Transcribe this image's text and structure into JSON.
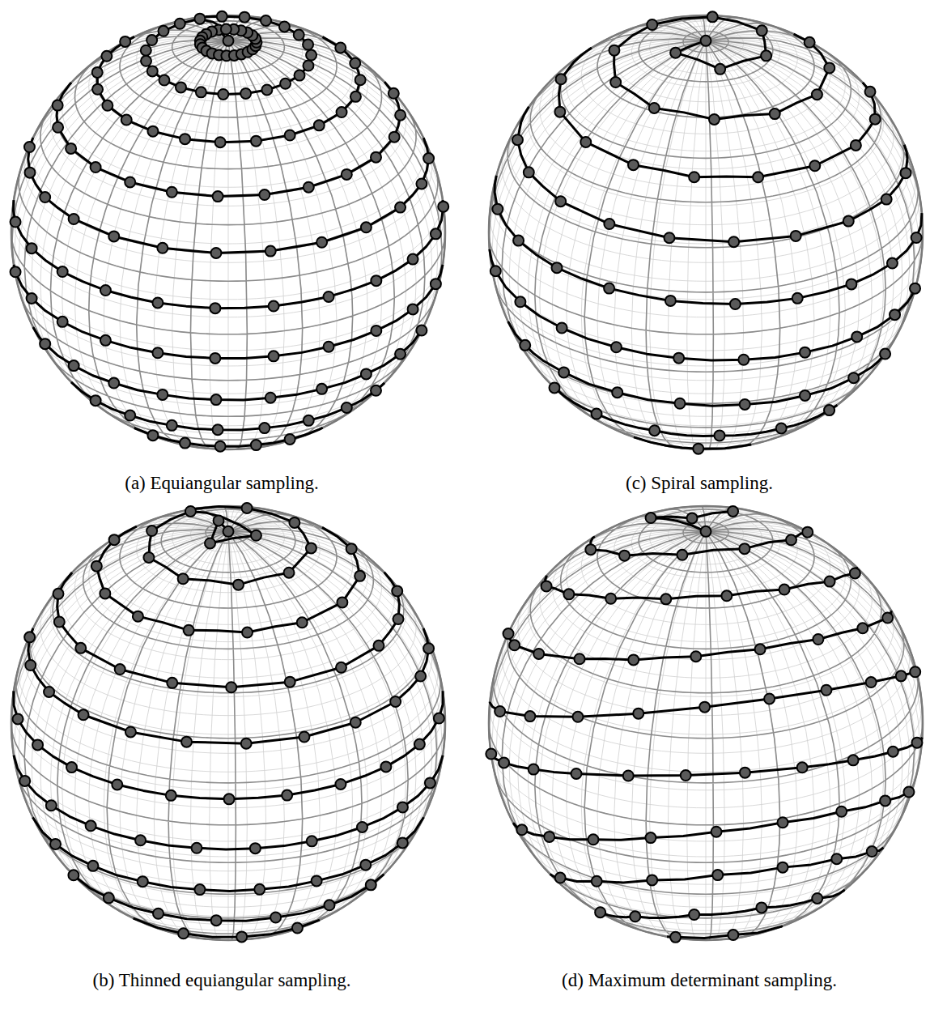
{
  "diagram": {
    "labels": [
      "(a) Equiangular sampling.",
      "(c) Spiral sampling.",
      "(b) Thinned equiangular sampling.",
      "(d) Maximum determinant sampling."
    ]
  }
}
